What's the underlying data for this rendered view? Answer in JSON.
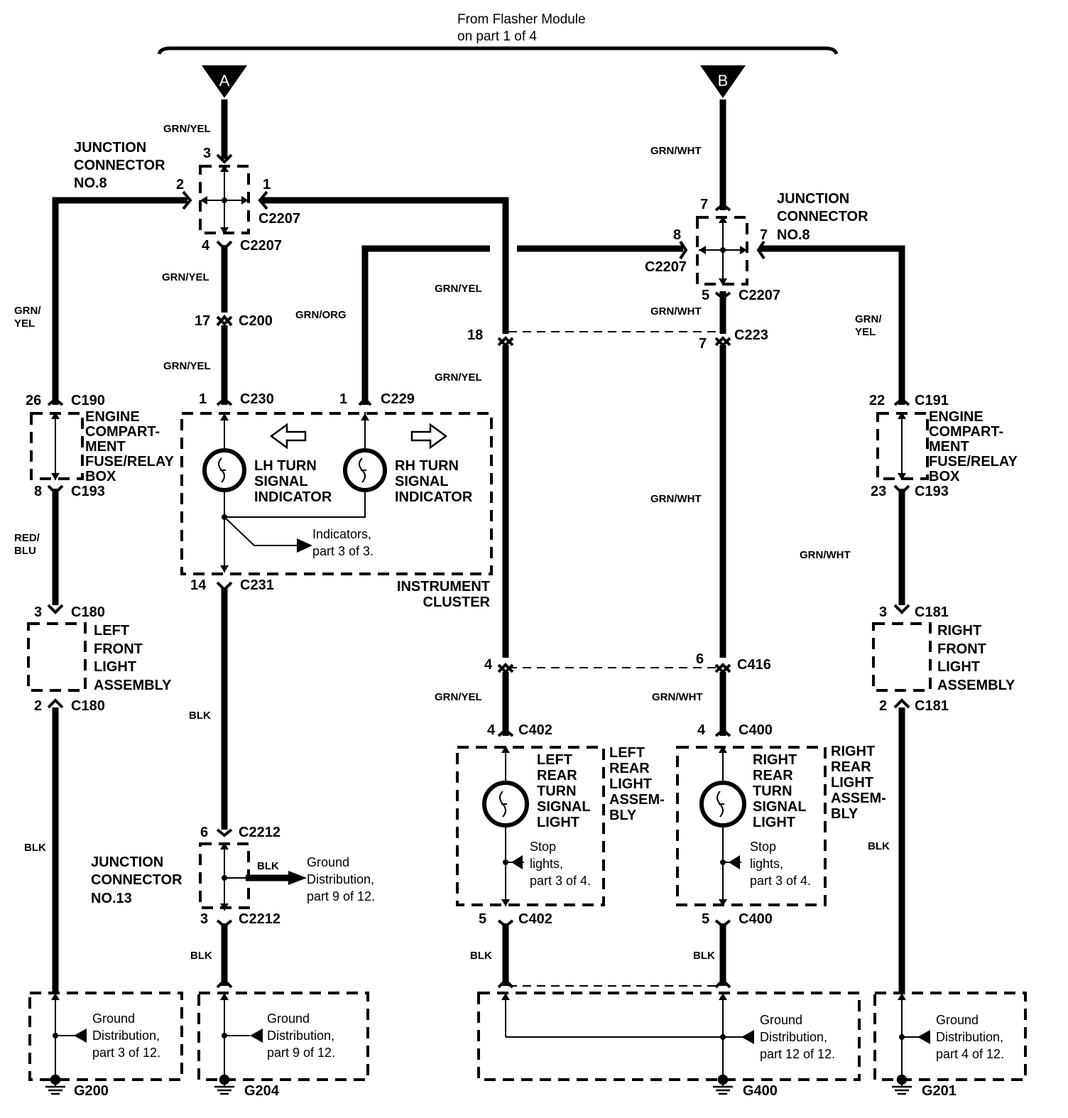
{
  "header": {
    "line1": "From Flasher Module",
    "line2": "on part 1 of 4"
  },
  "refs": {
    "a": "A",
    "b": "B"
  },
  "wires": {
    "grn_yel": "GRN/YEL",
    "grn_yel_split1": "GRN/",
    "grn_yel_split2": "YEL",
    "grn_wht": "GRN/WHT",
    "grn_org": "GRN/ORG",
    "red_blu1": "RED/",
    "red_blu2": "BLU",
    "blk": "BLK"
  },
  "pins": {
    "p1": "1",
    "p2": "2",
    "p3": "3",
    "p4": "4",
    "p5": "5",
    "p6": "6",
    "p7": "7",
    "p8": "8",
    "p14": "14",
    "p17": "17",
    "p18": "18",
    "p22": "22",
    "p23": "23",
    "p26": "26"
  },
  "connectors": {
    "c2207": "C2207",
    "c200": "C200",
    "c230": "C230",
    "c229": "C229",
    "c223": "C223",
    "c190": "C190",
    "c193": "C193",
    "c191": "C191",
    "c231": "C231",
    "c180": "C180",
    "c181": "C181",
    "c416": "C416",
    "c402": "C402",
    "c400": "C400",
    "c2212": "C2212"
  },
  "components": {
    "jc8": [
      "JUNCTION",
      "CONNECTOR",
      "NO.8"
    ],
    "jc13": [
      "JUNCTION",
      "CONNECTOR",
      "NO.13"
    ],
    "ecfrb": [
      "ENGINE",
      "COMPART-",
      "MENT",
      "FUSE/RELAY",
      "BOX"
    ],
    "lh_ind": [
      "LH TURN",
      "SIGNAL",
      "INDICATOR"
    ],
    "rh_ind": [
      "RH TURN",
      "SIGNAL",
      "INDICATOR"
    ],
    "cluster": [
      "INSTRUMENT",
      "CLUSTER"
    ],
    "left_front": [
      "LEFT",
      "FRONT",
      "LIGHT",
      "ASSEMBLY"
    ],
    "right_front": [
      "RIGHT",
      "FRONT",
      "LIGHT",
      "ASSEMBLY"
    ],
    "left_rear_bulb": [
      "LEFT",
      "REAR",
      "TURN",
      "SIGNAL",
      "LIGHT"
    ],
    "right_rear_bulb": [
      "RIGHT",
      "REAR",
      "TURN",
      "SIGNAL",
      "LIGHT"
    ],
    "left_rear_asm": [
      "LEFT",
      "REAR",
      "LIGHT",
      "ASSEM-",
      "BLY"
    ],
    "right_rear_asm": [
      "RIGHT",
      "REAR",
      "LIGHT",
      "ASSEM-",
      "BLY"
    ]
  },
  "notes": {
    "indicators": [
      "Indicators,",
      "part 3 of 3."
    ],
    "stop": [
      "Stop",
      "lights,",
      "part 3 of 4."
    ],
    "gd9_side": [
      "Ground",
      "Distribution,",
      "part 9 of 12."
    ],
    "gd3": [
      "Ground",
      "Distribution,",
      "part 3 of 12."
    ],
    "gd9": [
      "Ground",
      "Distribution,",
      "part 9 of 12."
    ],
    "gd12": [
      "Ground",
      "Distribution,",
      "part 12 of 12."
    ],
    "gd4": [
      "Ground",
      "Distribution,",
      "part 4 of 12."
    ]
  },
  "grounds": {
    "g200": "G200",
    "g204": "G204",
    "g400": "G400",
    "g201": "G201"
  }
}
